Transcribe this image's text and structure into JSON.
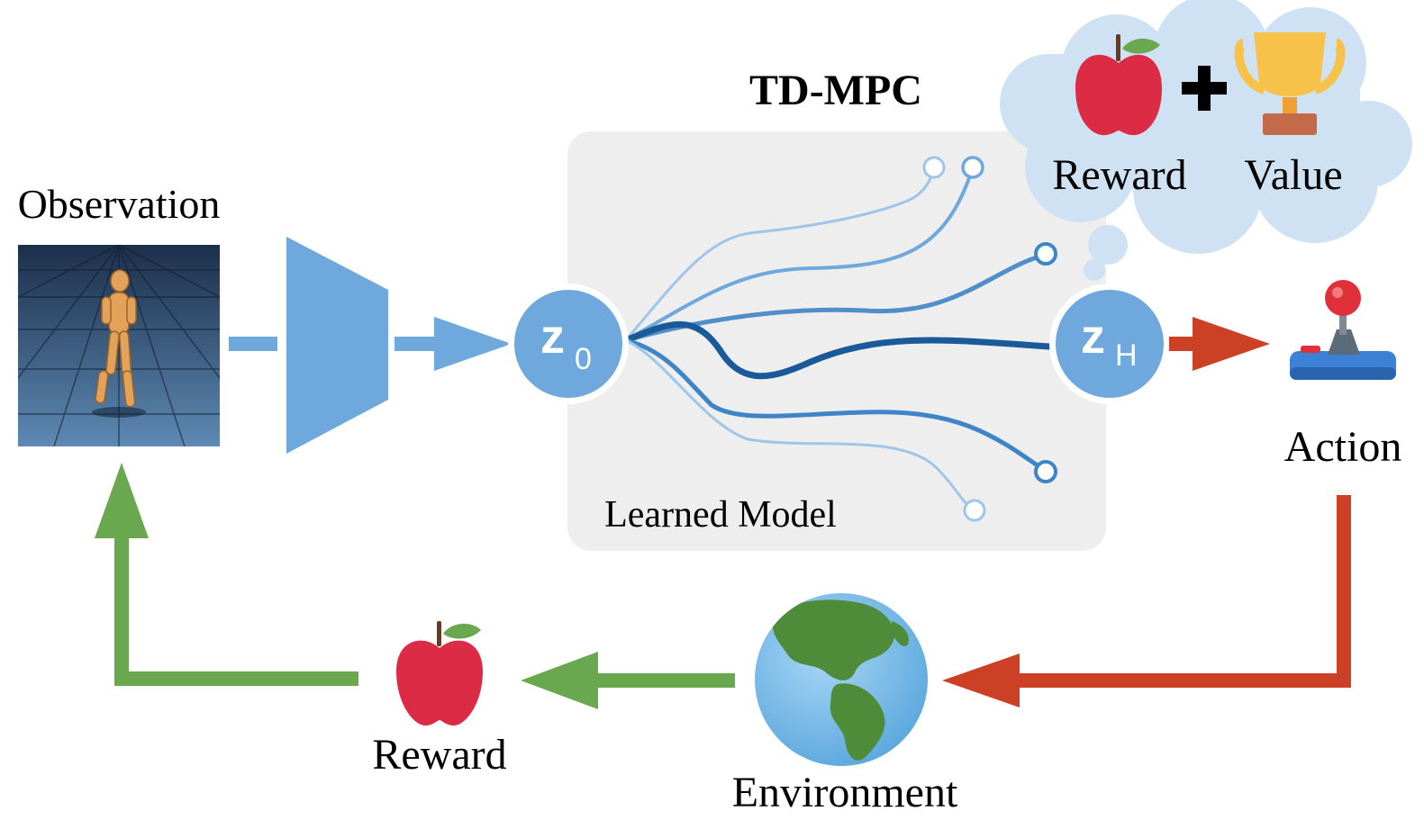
{
  "title": "TD-MPC",
  "labels": {
    "observation": "Observation",
    "learned_model": "Learned Model",
    "cloud_reward": "Reward",
    "cloud_value": "Value",
    "action": "Action",
    "environment": "Environment",
    "reward": "Reward"
  },
  "latents": {
    "start": {
      "letter": "z",
      "subscript": "0"
    },
    "end": {
      "letter": "z",
      "subscript": "H"
    }
  },
  "icons": {
    "observation": "humanoid-checkerboard-image",
    "encoder": "trapezoid-encoder",
    "cloud_reward": "apple-icon",
    "plus": "plus-icon",
    "cloud_value": "trophy-icon",
    "action": "joystick-icon",
    "environment": "globe-icon",
    "reward": "apple-icon"
  },
  "colors": {
    "model_blue": "#6fa8dc",
    "dark_blue": "#1a5a9a",
    "action_red": "#cc4125",
    "reward_green": "#6aa84f",
    "cloud": "#cfe2f3",
    "panel": "#eeeeee"
  }
}
